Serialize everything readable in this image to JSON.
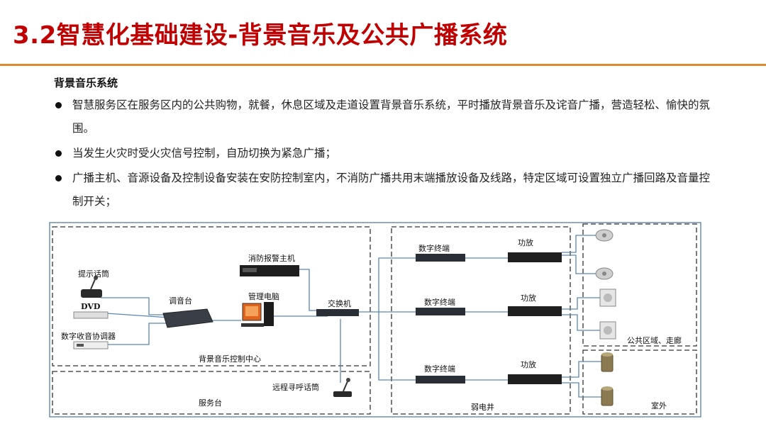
{
  "page_title": "3.2智慧化基础建设-背景音乐及公共广播系统",
  "section_heading": "背景音乐系统",
  "bullets": [
    "智慧服务区在服务区内的公共购物，就餐，休息区域及走道设置背景音乐系统，平时播放背景音乐及诧音广播，营造轻松、愉快的氛围。",
    "当发生火灾时受火灾信号控制，自劢切换为紧急广播；",
    "广播主机、音源设备及控制设备安装在安防控制室内，不消防广播共用末端播放设备及线路，特定区域可设置独立广播回路及音量控制开关；"
  ],
  "diagram": {
    "zones": {
      "control_center": "背景音乐控制中心",
      "service_desk": "服务台",
      "weak_current_shaft": "弱电井",
      "public_area": "公共区域、走廊",
      "outdoor": "室外"
    },
    "devices": {
      "paging_mic": "提示话筒",
      "dvd": "DVD",
      "digital_tuner": "数字收音协调器",
      "mixer": "调音台",
      "fire_alarm_host": "消防报警主机",
      "management_pc": "管理电脑",
      "switch": "交换机",
      "remote_paging_mic": "远程寻呼话筒",
      "digital_terminal": "数字终端",
      "amplifier": "功放"
    }
  }
}
